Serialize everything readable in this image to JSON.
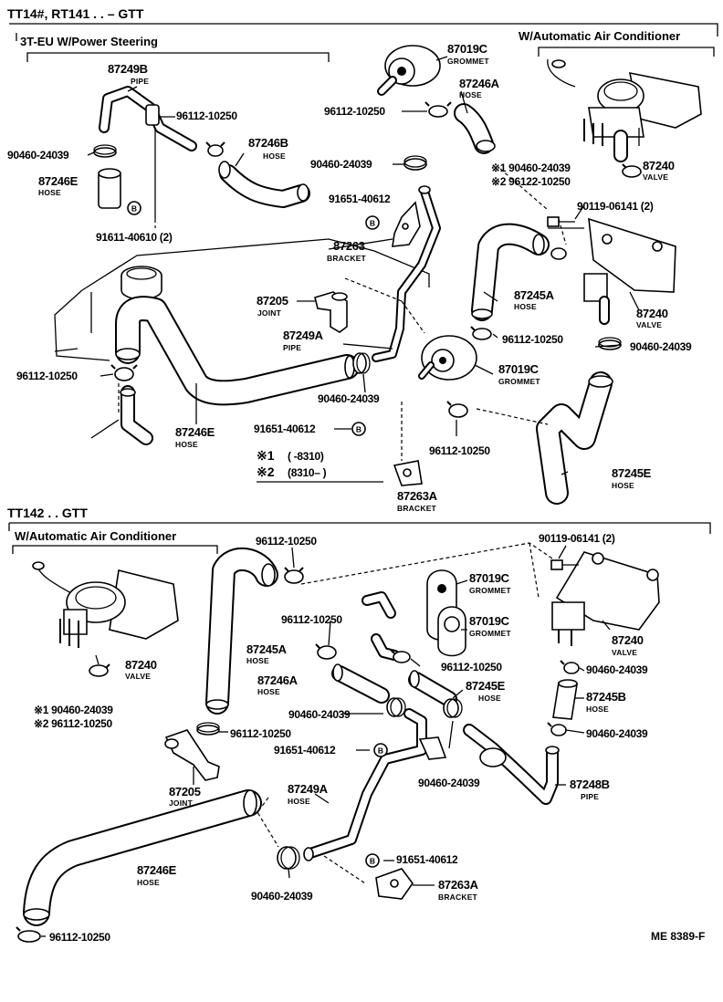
{
  "sections": {
    "top_header": "TT14#, RT141 . . – GTT",
    "top_variant_left": "3T-EU W/Power Steering",
    "top_variant_right": "W/Automatic Air Conditioner",
    "bottom_header": "TT142 . . GTT",
    "bottom_variant": "W/Automatic Air Conditioner"
  },
  "footnotes": {
    "mark1": "※1",
    "mark2": "※2",
    "range1": "(          -8310)",
    "range2": "(8310–          )"
  },
  "reference_code": "ME 8389-F",
  "bolt_marker": "B",
  "labels": {
    "t_87249B": {
      "number": "87249B",
      "name": "PIPE"
    },
    "t_96112_a": {
      "number": "96112-10250"
    },
    "t_90460_a": {
      "number": "90460-24039"
    },
    "t_87246B": {
      "number": "87246B",
      "name": "HOSE"
    },
    "t_87246E_hose": {
      "number": "87246E",
      "name": "HOSE"
    },
    "t_91611": {
      "number": "91611-40610 (2)"
    },
    "t_87019C": {
      "number": "87019C",
      "name": "GROMMET"
    },
    "t_87246A": {
      "number": "87246A",
      "name": "HOSE"
    },
    "t_96112_b": {
      "number": "96112-10250"
    },
    "t_90460_b": {
      "number": "90460-24039"
    },
    "t_fn_90460": {
      "number": "※1 90460-24039"
    },
    "t_fn_96122": {
      "number": "※2 96122-10250"
    },
    "t_91651_a": {
      "number": "91651-40612"
    },
    "t_87263": {
      "number": "87263",
      "name": "BRACKET"
    },
    "t_87205": {
      "number": "87205",
      "name": "JOINT"
    },
    "t_87249A": {
      "number": "87249A",
      "name": "PIPE"
    },
    "t_96112_c": {
      "number": "96112-10250"
    },
    "t_90460_c": {
      "number": "90460-24039"
    },
    "t_87246E_low": {
      "number": "87246E",
      "name": "HOSE"
    },
    "t_91651_b": {
      "number": "91651-40612"
    },
    "t_87263A": {
      "number": "87263A",
      "name": "BRACKET"
    },
    "t_87240_top": {
      "number": "87240",
      "name": "VALVE"
    },
    "t_90119": {
      "number": "90119-06141 (2)"
    },
    "t_87240_mid": {
      "number": "87240",
      "name": "VALVE"
    },
    "t_87245A": {
      "number": "87245A",
      "name": "HOSE"
    },
    "t_96112_d": {
      "number": "96112-10250"
    },
    "t_90460_d": {
      "number": "90460-24039"
    },
    "t_87019C_mid": {
      "number": "87019C",
      "name": "GROMMET"
    },
    "t_96112_e": {
      "number": "96112-10250"
    },
    "t_87245E": {
      "number": "87245E",
      "name": "HOSE"
    },
    "b_87240": {
      "number": "87240",
      "name": "VALVE"
    },
    "b_fn_90460": {
      "number": "※1 90460-24039"
    },
    "b_fn_96112": {
      "number": "※2 96112-10250"
    },
    "b_96112_a": {
      "number": "96112-10250"
    },
    "b_87245A": {
      "number": "87245A",
      "name": "HOSE"
    },
    "b_96112_b": {
      "number": "96112-10250"
    },
    "b_87246A": {
      "number": "87246A",
      "name": "HOSE"
    },
    "b_90460_a": {
      "number": "90460-24039"
    },
    "b_96112_c": {
      "number": "96112-10250"
    },
    "b_91651_a": {
      "number": "91651-40612"
    },
    "b_87205": {
      "number": "87205",
      "name": "JOINT"
    },
    "b_87249A": {
      "number": "87249A",
      "name": "HOSE"
    },
    "b_87246E": {
      "number": "87246E",
      "name": "HOSE"
    },
    "b_90460_b": {
      "number": "90460-24039"
    },
    "b_96112_d": {
      "number": "96112-10250"
    },
    "b_87019C_1": {
      "number": "87019C",
      "name": "GROMMET"
    },
    "b_87019C_2": {
      "number": "87019C",
      "name": "GROMMET"
    },
    "b_96112_e": {
      "number": "96112-10250"
    },
    "b_87245E": {
      "number": "87245E",
      "name": "HOSE"
    },
    "b_90460_c": {
      "number": "90460-24039"
    },
    "b_91651_b": {
      "number": "91651-40612"
    },
    "b_87263A": {
      "number": "87263A",
      "name": "BRACKET"
    },
    "b_90119": {
      "number": "90119-06141 (2)"
    },
    "b_87240_r": {
      "number": "87240",
      "name": "VALVE"
    },
    "b_90460_d": {
      "number": "90460-24039"
    },
    "b_87245B": {
      "number": "87245B",
      "name": "HOSE"
    },
    "b_90460_e": {
      "number": "90460-24039"
    },
    "b_87248B": {
      "number": "87248B",
      "name": "PIPE"
    }
  }
}
